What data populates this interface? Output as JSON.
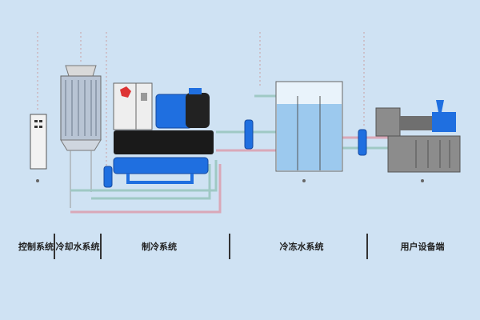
{
  "sections": [
    {
      "label": "控制系统"
    },
    {
      "label": "冷却水系统"
    },
    {
      "label": "制冷系统"
    },
    {
      "label": "冷冻水系统"
    },
    {
      "label": "用户设备端"
    }
  ],
  "colors": {
    "background": "#cfe2f3",
    "pipe_cooling": "#d9a8b8",
    "pipe_chilled": "#9fc9c4",
    "equipment_blue": "#1f6fe0",
    "shell_black": "#1a1a1a"
  }
}
